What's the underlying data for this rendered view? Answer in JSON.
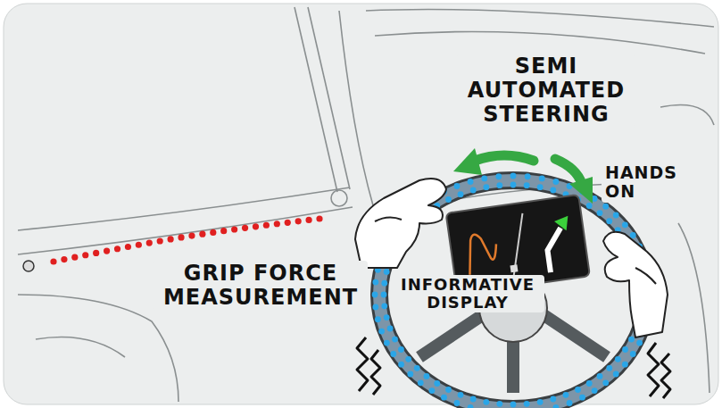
{
  "diagram": {
    "labels": [
      "SEMI AUTOMATED STEERING",
      "HANDS ON",
      "GRIP FORCE MEASUREMENT",
      "INFORMATIVE DISPLAY"
    ]
  }
}
